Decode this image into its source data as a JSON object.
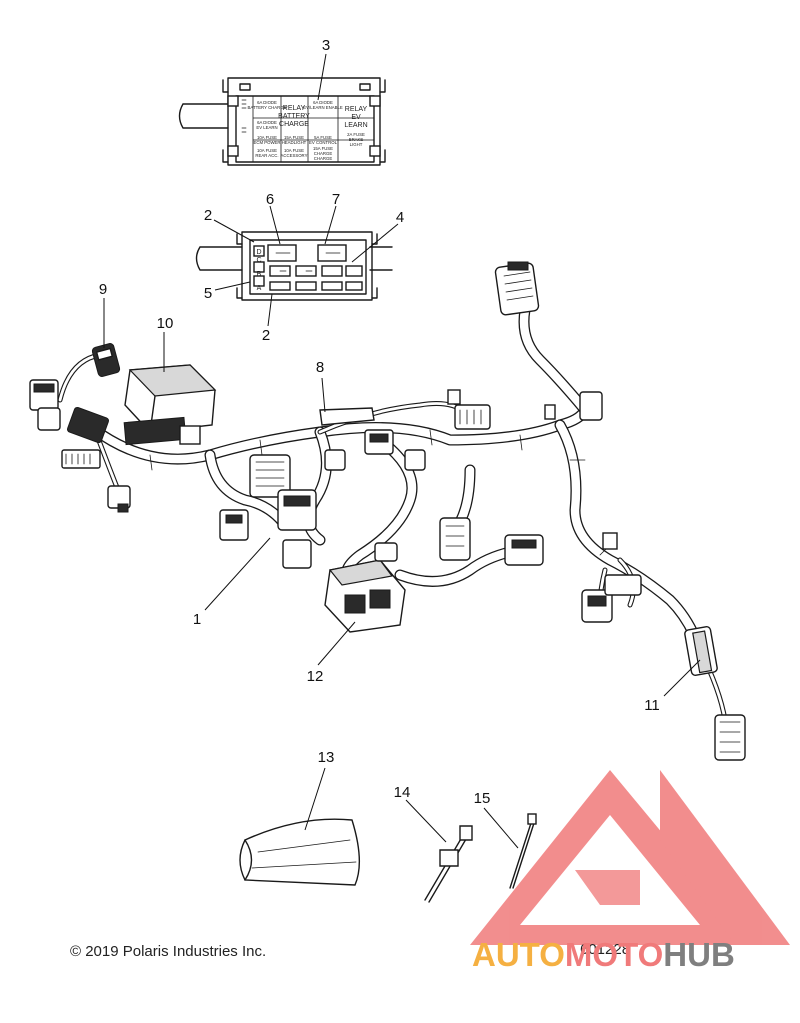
{
  "callouts": {
    "c1": "1",
    "c2a": "2",
    "c2b": "2",
    "c3": "3",
    "c4": "4",
    "c5": "5",
    "c6": "6",
    "c7": "7",
    "c8": "8",
    "c9": "9",
    "c10": "10",
    "c11": "11",
    "c12": "12",
    "c13": "13",
    "c14": "14",
    "c15": "15"
  },
  "fuse_box": {
    "relay_battery_charge": [
      "RELAY",
      "BATTERY",
      "CHARGE"
    ],
    "relay_ev_learn": [
      "RELAY",
      "EV",
      "LEARN"
    ],
    "cells": {
      "diode_battery_charge": [
        "6A DIODE",
        "BATTERY CHARGE"
      ],
      "diode_ev_learn": [
        "6A DIODE",
        "EV/LEARN ENABLE"
      ],
      "diode_left": [
        "6A DIODE",
        "EV LEARN"
      ],
      "fuse_ecm": [
        "10A FUSE",
        "ECM POWER"
      ],
      "fuse_headlight": [
        "15A FUSE",
        "HEADLIGHT"
      ],
      "fuse_ev_control": [
        "5A FUSE",
        "EV CONTROL"
      ],
      "fuse_brake": [
        "2A FUSE",
        "BRAKE",
        "LIGHT"
      ],
      "fuse_rear_acc": [
        "10A FUSE",
        "REAR ACC."
      ],
      "fuse_accessory": [
        "10A FUSE",
        "ACCESSORY"
      ],
      "fuse_charge": [
        "15A FUSE",
        "CHARGE",
        "CHARGE"
      ]
    }
  },
  "fuse_box_rows": [
    "D",
    "C",
    "B",
    "A"
  ],
  "footer": {
    "copyright": "© 2019 Polaris Industries Inc.",
    "part_number": "601228"
  },
  "watermark": {
    "part1": "AUTO",
    "part2": "MOTO",
    "part3": "HUB",
    "colors": {
      "auto": "#f5b042",
      "moto": "#f07a7a",
      "hub": "#7f7f7f",
      "triangle": "#f07a7a"
    }
  }
}
